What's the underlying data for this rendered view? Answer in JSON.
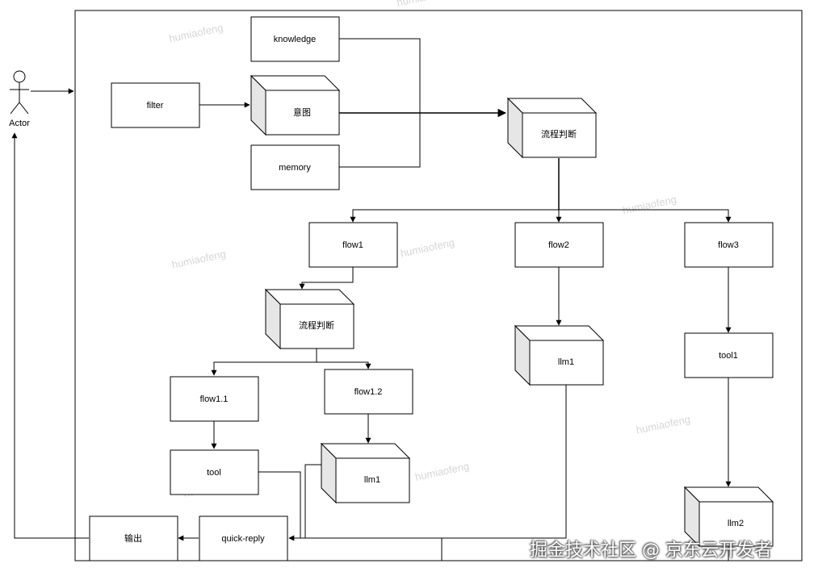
{
  "actor": {
    "label": "Actor"
  },
  "nodes": {
    "knowledge": "knowledge",
    "filter": "filter",
    "intent": "意图",
    "memory": "memory",
    "decision_top": "流程判断",
    "flow1": "flow1",
    "flow2": "flow2",
    "flow3": "flow3",
    "decision_flow1": "流程判断",
    "flow1_1": "flow1.1",
    "flow1_2": "flow1.2",
    "llm1_flow2": "llm1",
    "tool1": "tool1",
    "tool": "tool",
    "llm1_flow1_2": "llm1",
    "llm2": "llm2",
    "output": "输出",
    "quick_reply": "quick-reply"
  },
  "watermark": "humiaofeng",
  "credit": "掘金技术社区 @ 京东云开发者"
}
